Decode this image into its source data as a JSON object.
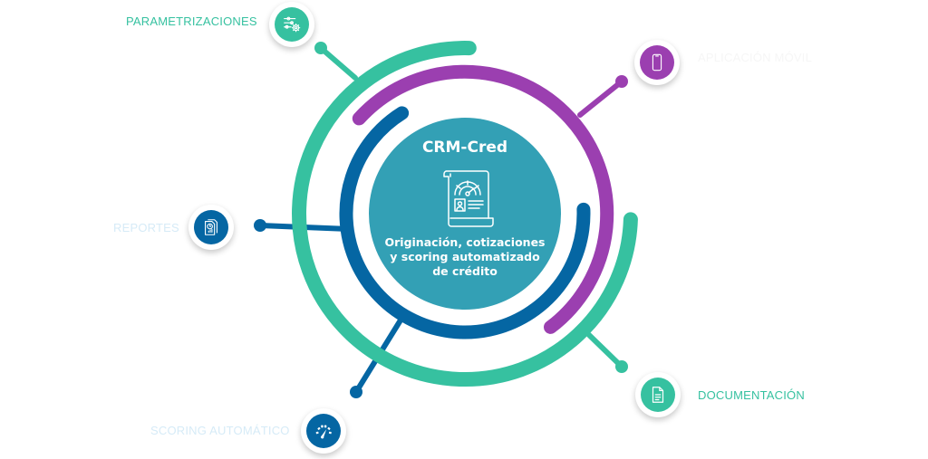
{
  "colors": {
    "green": "#36C1A0",
    "purple": "#9B3FB0",
    "blue": "#0566A3",
    "center": "#33A0B5",
    "white": "#FFFFFF"
  },
  "center": {
    "title": "CRM-Cred",
    "subtitle_lines": [
      "Originación, cotizaciones",
      "y scoring automatizado",
      "de crédito"
    ],
    "icon": "credit-score-document-icon"
  },
  "nodes": [
    {
      "id": "parametrizaciones",
      "label": "PARAMETRIZACIONES",
      "icon": "sliders-gear-icon",
      "color": "#36C1A0",
      "label_color": "#36C1A0"
    },
    {
      "id": "app-movil",
      "label": "APLICACIÓN MÓVIL",
      "icon": "smartphone-icon",
      "color": "#9B3FB0",
      "label_color": "#F6F6F6"
    },
    {
      "id": "reportes",
      "label": "REPORTES",
      "icon": "report-chart-icon",
      "color": "#0566A3",
      "label_color": "#D6EBF7"
    },
    {
      "id": "scoring",
      "label": "SCORING AUTOMÁTICO",
      "icon": "speedometer-icon",
      "color": "#0566A3",
      "label_color": "#D6EBF7"
    },
    {
      "id": "documentacion",
      "label": "DOCUMENTACIÓN",
      "icon": "document-icon",
      "color": "#36C1A0",
      "label_color": "#36C1A0"
    }
  ]
}
